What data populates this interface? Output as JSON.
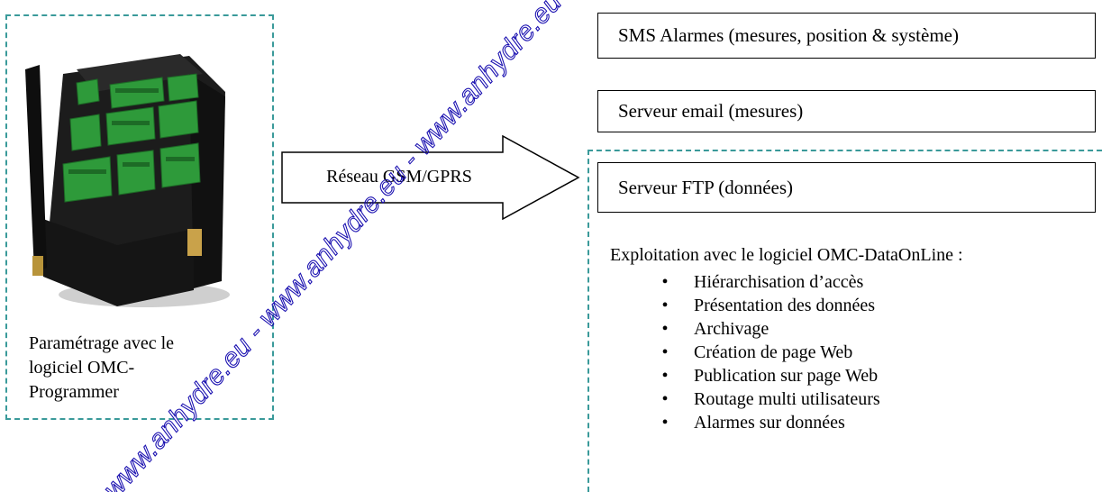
{
  "device": {
    "caption_lines": [
      "Paramétrage avec le",
      "logiciel OMC-",
      "Programmer"
    ]
  },
  "network": {
    "label": "Réseau GSM/GPRS"
  },
  "outputs": {
    "sms": "SMS Alarmes (mesures, position & système)",
    "email": "Serveur email (mesures)",
    "ftp": "Serveur FTP (données)"
  },
  "software": {
    "title": "Exploitation avec le logiciel OMC-DataOnLine :",
    "features": [
      "Hiérarchisation d’accès",
      "Présentation des données",
      "Archivage",
      "Création de page Web",
      "Publication sur page Web",
      "Routage multi utilisateurs",
      "Alarmes sur données"
    ]
  },
  "watermark": {
    "text": "www.anhydre.eu - www.anhydre.eu - www.anhydre.eu - www.anhy",
    "color": "#1a10b0"
  },
  "colors": {
    "dashed_border": "#3a9a9a",
    "device_body": "#1c1c1c",
    "terminal_green": "#2e9a3a"
  }
}
